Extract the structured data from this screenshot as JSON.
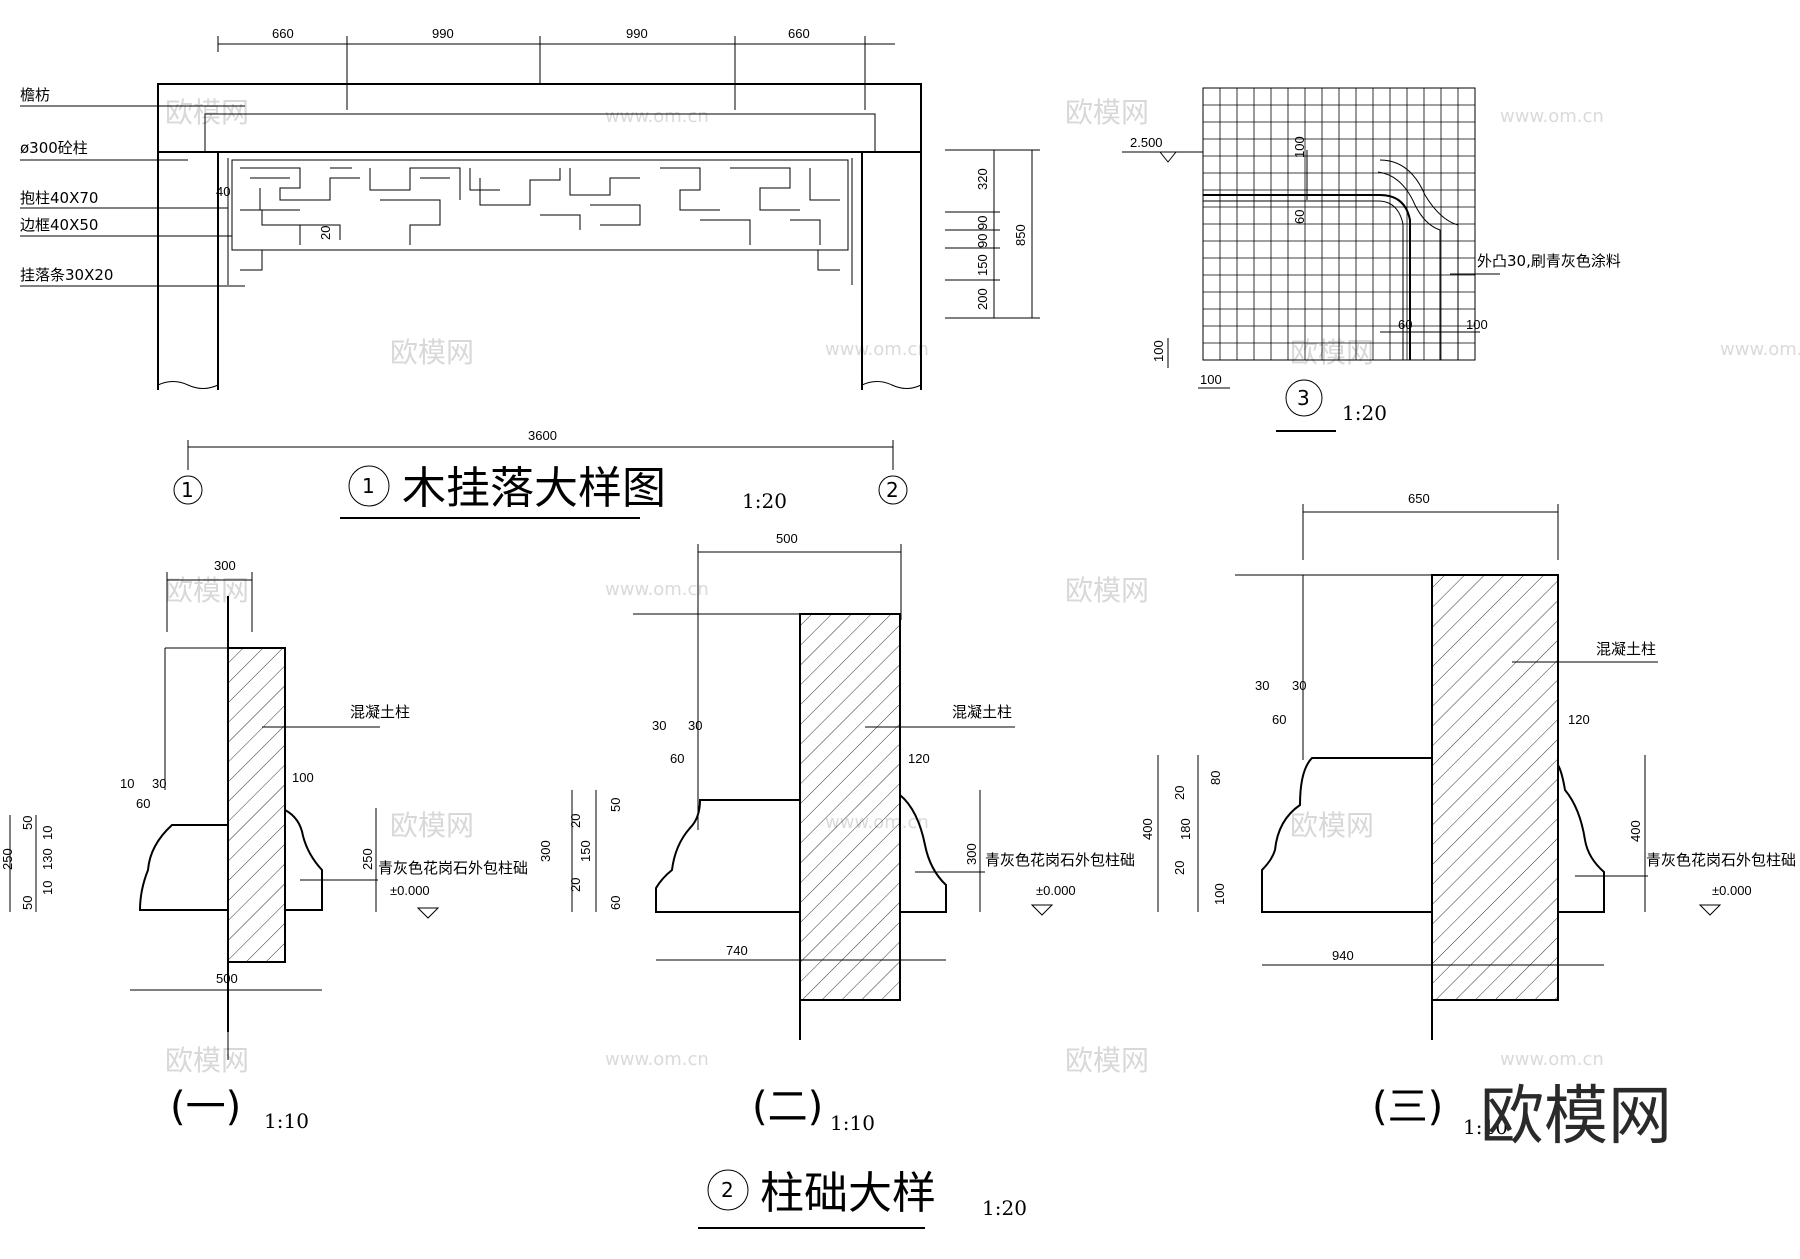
{
  "drawing1": {
    "title": "木挂落大样图",
    "number": "1",
    "scale": "1:20",
    "dims_top": [
      "660",
      "990",
      "990",
      "660"
    ],
    "dim_total": "3600",
    "axis_left": "1",
    "axis_right": "2",
    "labels": [
      "檐枋",
      "ø300砼柱",
      "抱柱40X70",
      "边框40X50",
      "挂落条30X20"
    ],
    "small_dims": [
      "40",
      "20"
    ],
    "right_dims": [
      "320",
      "90",
      "90",
      "150",
      "200"
    ],
    "right_total": "850"
  },
  "drawing3": {
    "number": "3",
    "scale": "1:20",
    "elevation": "2.500",
    "note": "外凸30,刷青灰色涂料",
    "dims": [
      "100",
      "60",
      "60",
      "100",
      "100",
      "100"
    ]
  },
  "drawing2": {
    "title": "柱础大样",
    "number": "2",
    "scale": "1:20",
    "details": [
      {
        "name": "(一)",
        "scale": "1:10",
        "col_width": "300",
        "base_width": "500",
        "concrete": "混凝土柱",
        "granite": "青灰色花岗石外包柱础",
        "elev": "±0.000",
        "dims": [
          "10",
          "30",
          "60",
          "100",
          "50",
          "10",
          "130",
          "10",
          "50",
          "250",
          "250"
        ]
      },
      {
        "name": "(二)",
        "scale": "1:10",
        "col_width": "500",
        "base_width": "740",
        "concrete": "混凝土柱",
        "granite": "青灰色花岗石外包柱础",
        "elev": "±0.000",
        "dims": [
          "30",
          "30",
          "60",
          "120",
          "50",
          "20",
          "150",
          "20",
          "60",
          "300",
          "300"
        ]
      },
      {
        "name": "(三)",
        "scale": "1:10",
        "col_width": "650",
        "base_width": "940",
        "concrete": "混凝土柱",
        "granite": "青灰色花岗石外包柱础",
        "elev": "±0.000",
        "dims": [
          "30",
          "30",
          "60",
          "120",
          "80",
          "20",
          "180",
          "20",
          "100",
          "400",
          "400"
        ]
      }
    ]
  },
  "watermark": {
    "brand": "欧模网",
    "url": "www.om.cn"
  }
}
